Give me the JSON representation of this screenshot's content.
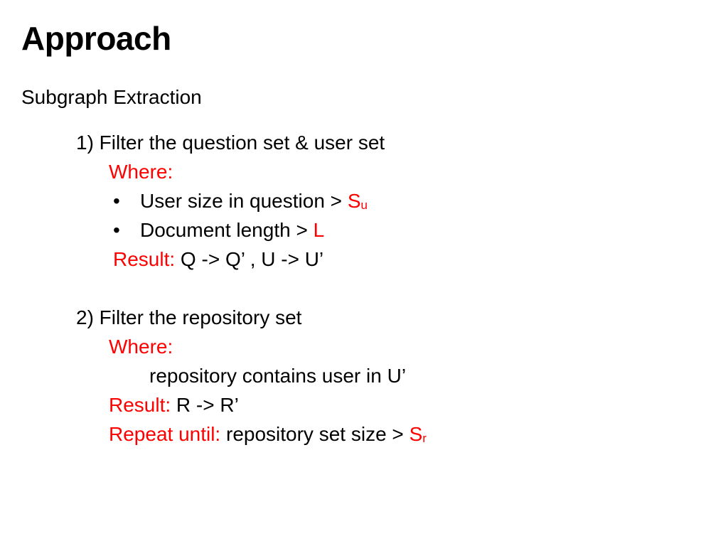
{
  "slide": {
    "title": "Approach",
    "subtitle": "Subgraph Extraction",
    "step1": {
      "heading": "1) Filter the question set & user set",
      "where_label": "Where:",
      "bullets": [
        {
          "symbol": "•",
          "text": "User size in question > ",
          "var": "S",
          "var_sub": "u"
        },
        {
          "symbol": "•",
          "text": "Document length > ",
          "var": "L"
        }
      ],
      "result_label": "Result:",
      "result_text": " Q -> Q’ , U -> U’"
    },
    "step2": {
      "heading": "2) Filter the repository set",
      "where_label": "Where:",
      "condition": "repository contains user in U’",
      "result_label": "Result:",
      "result_text": " R -> R’",
      "repeat_label": "Repeat until:",
      "repeat_text": " repository set size > ",
      "repeat_var": "S",
      "repeat_var_sub": "r"
    }
  },
  "colors": {
    "text": "#000000",
    "accent": "#ff0000",
    "background": "#ffffff"
  }
}
